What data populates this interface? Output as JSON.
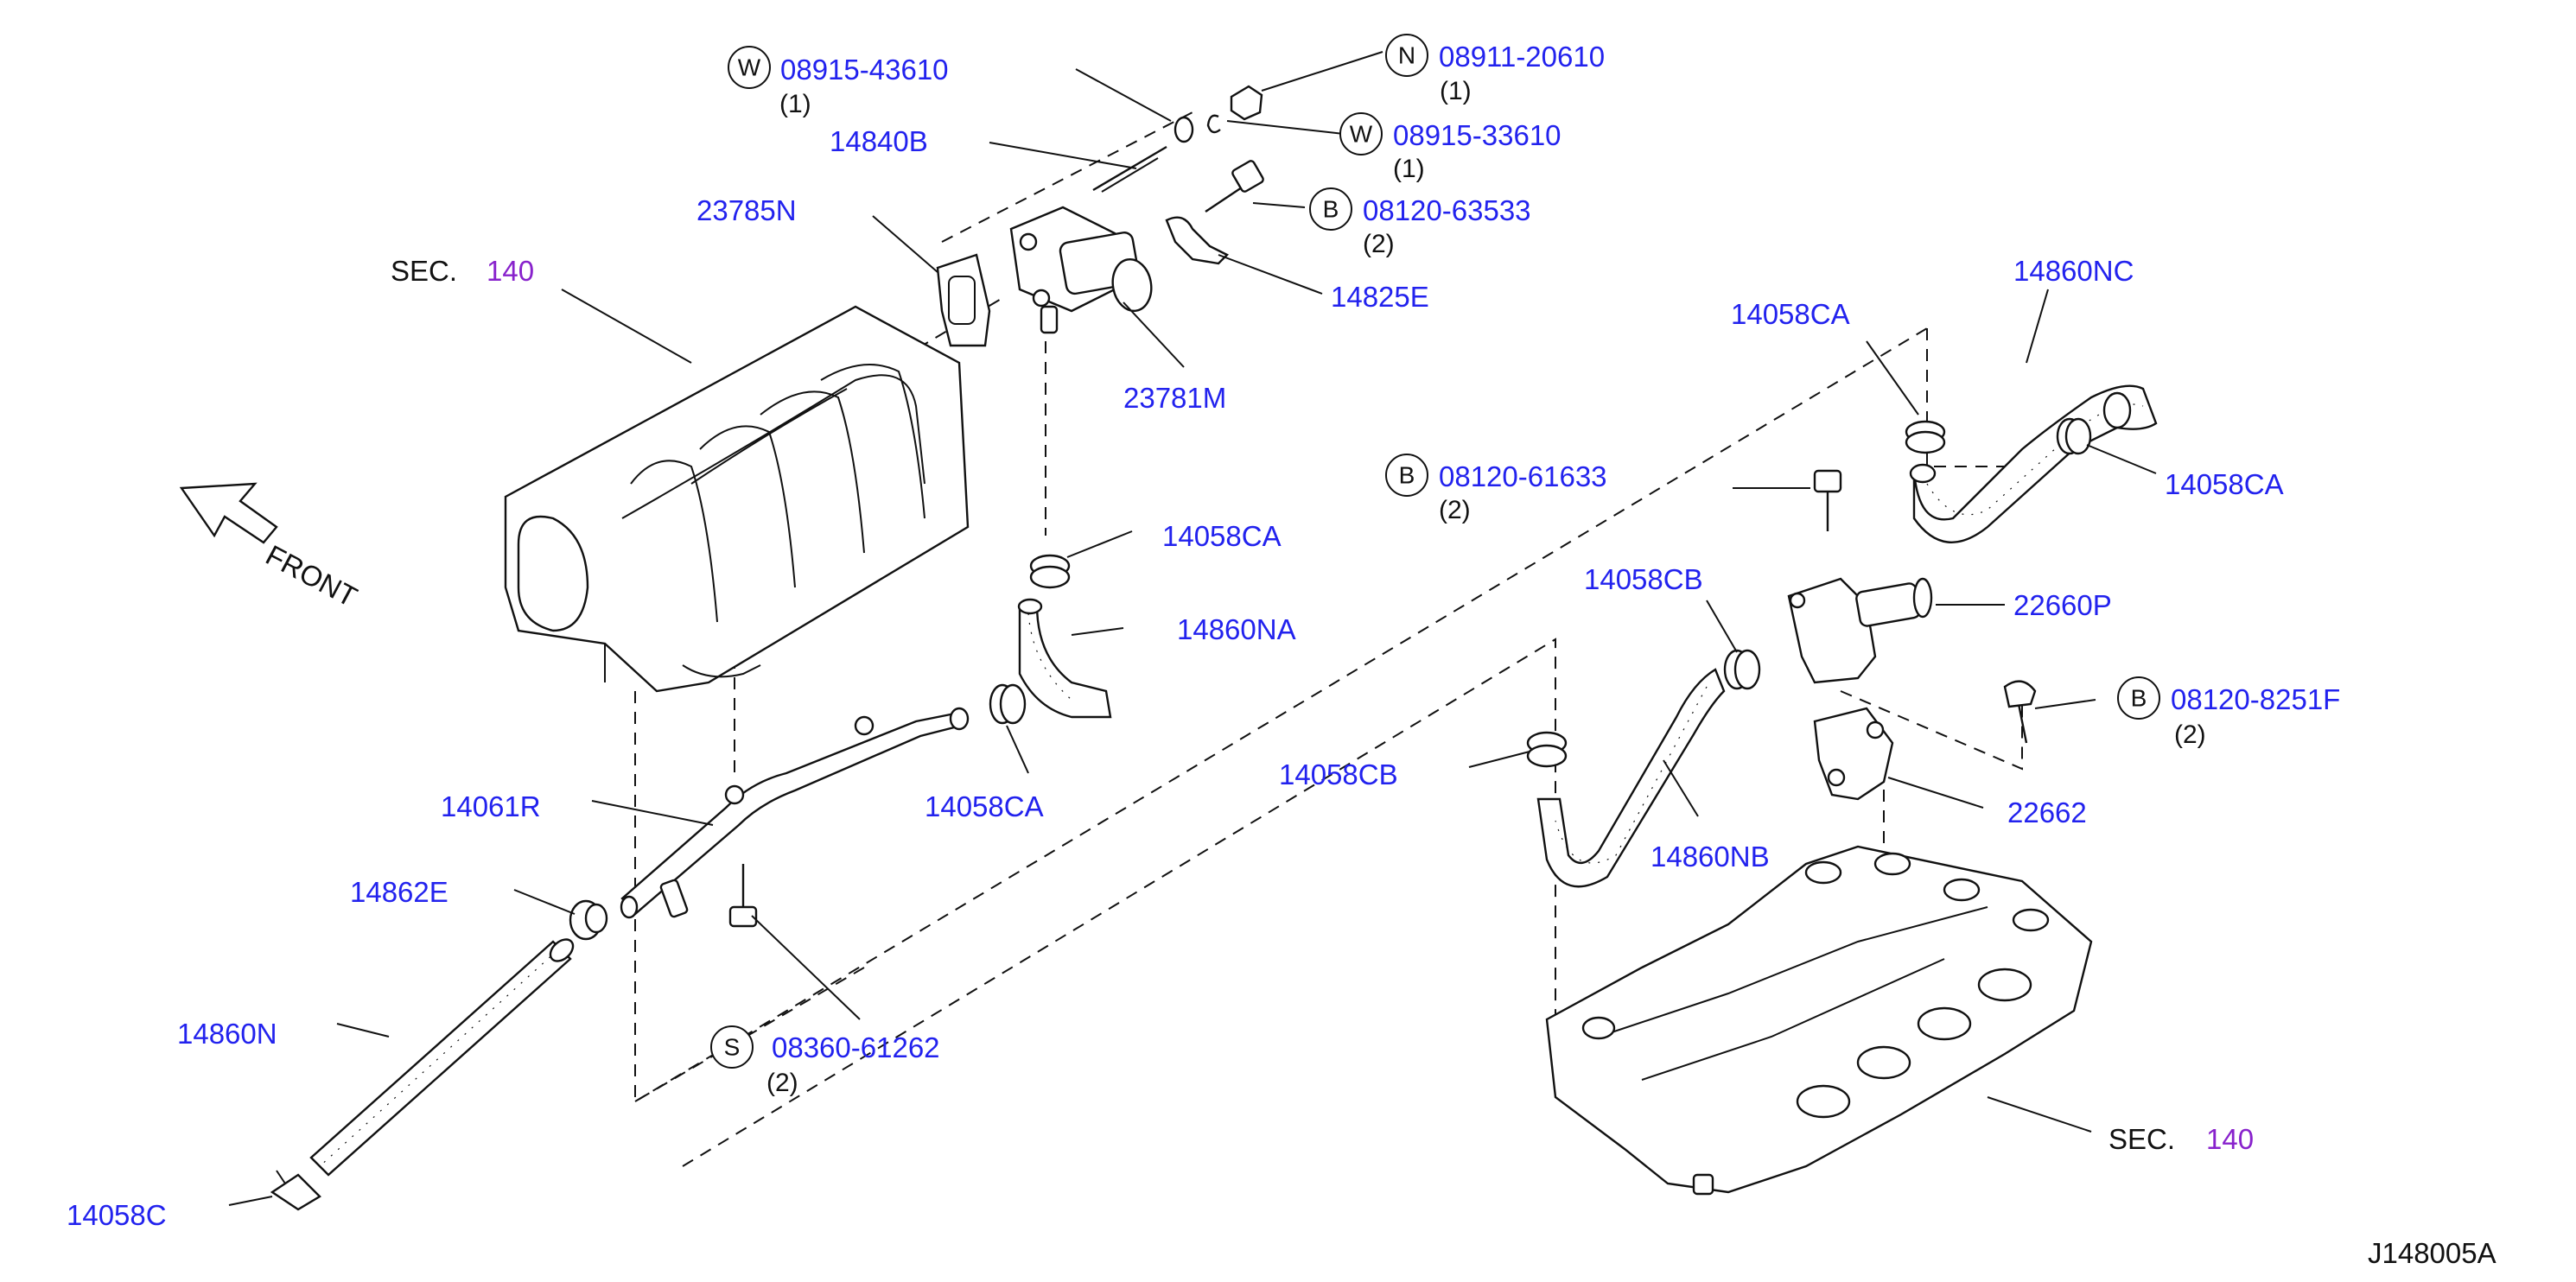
{
  "diagram_id": "J148005A",
  "front_label": "FRONT",
  "sec_prefix": "SEC.",
  "sec_number": "140",
  "colors": {
    "part_number": "#2222ee",
    "section_ref": "#8822cc",
    "line": "#111111"
  },
  "callouts": {
    "c_w1": {
      "symbol": "W",
      "part": "08915-43610",
      "qty": "(1)"
    },
    "c_n1": {
      "symbol": "N",
      "part": "08911-20610",
      "qty": "(1)"
    },
    "c_w2": {
      "symbol": "W",
      "part": "08915-33610",
      "qty": "(1)"
    },
    "c_b1": {
      "symbol": "B",
      "part": "08120-63533",
      "qty": "(2)"
    },
    "c_b2": {
      "symbol": "B",
      "part": "08120-61633",
      "qty": "(2)"
    },
    "c_b3": {
      "symbol": "B",
      "part": "08120-8251F",
      "qty": "(2)"
    },
    "c_s1": {
      "symbol": "S",
      "part": "08360-61262",
      "qty": "(2)"
    }
  },
  "parts": {
    "p14840B": "14840B",
    "p23785N": "23785N",
    "p14825E": "14825E",
    "p23781M": "23781M",
    "p14058CA_a": "14058CA",
    "p14860NA": "14860NA",
    "p14058CA_b": "14058CA",
    "p14061R": "14061R",
    "p14862E": "14862E",
    "p14860N": "14860N",
    "p14058C": "14058C",
    "p14058CB_a": "14058CB",
    "p14058CB_b": "14058CB",
    "p14860NB": "14860NB",
    "p14058CA_c": "14058CA",
    "p14860NC": "14860NC",
    "p14058CA_d": "14058CA",
    "p22660P": "22660P",
    "p22662": "22662"
  }
}
